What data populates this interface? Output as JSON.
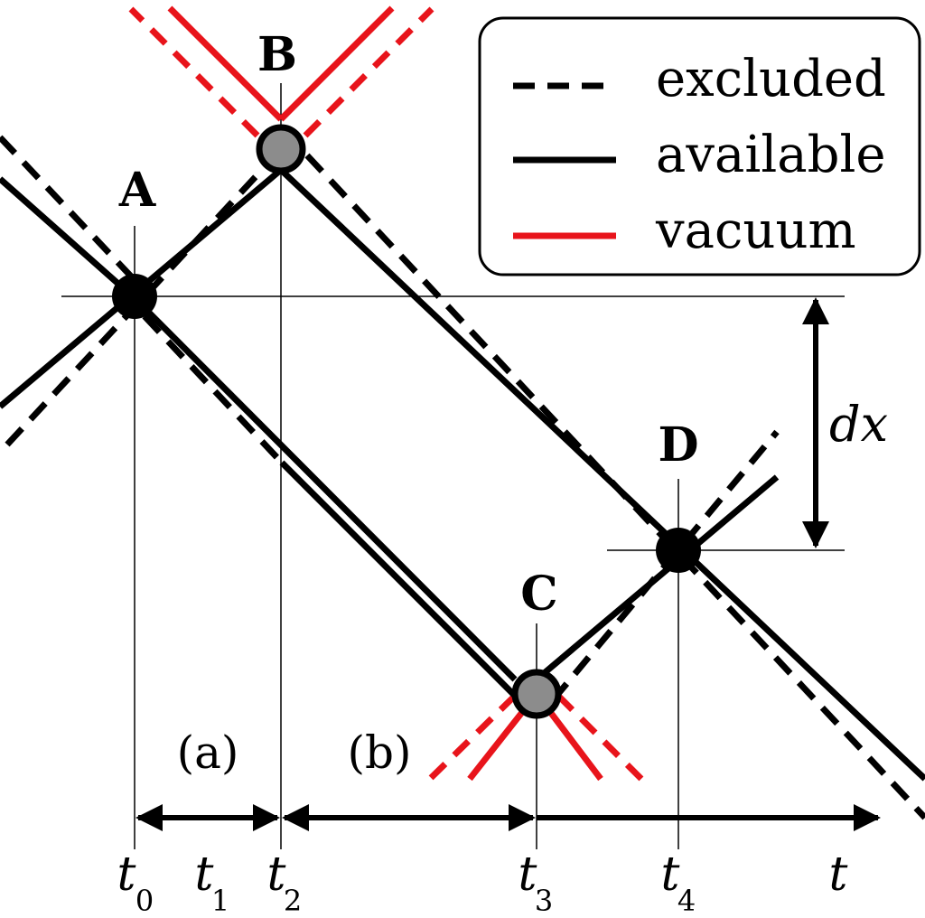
{
  "points": {
    "A": "A",
    "B": "B",
    "C": "C",
    "D": "D"
  },
  "legend": {
    "excluded": "excluded",
    "available": "available",
    "vacuum": "vacuum"
  },
  "interval_labels": {
    "a": "(a)",
    "b": "(b)"
  },
  "dx_label": "dx",
  "time_labels": {
    "t0": "t",
    "t0_sub": "0",
    "t1": "t",
    "t1_sub": "1",
    "t2": "t",
    "t2_sub": "2",
    "t3": "t",
    "t3_sub": "3",
    "t4": "t",
    "t4_sub": "4",
    "t": "t"
  },
  "colors": {
    "line": "#000000",
    "vacuum": "#e8141b",
    "open_point": "#8c8c8c",
    "filled_point": "#000000"
  }
}
